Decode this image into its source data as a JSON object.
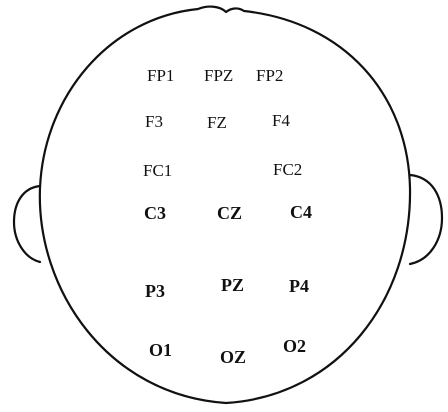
{
  "electrodes": {
    "fp1": "FP1",
    "fpz": "FPZ",
    "fp2": "FP2",
    "f3": "F3",
    "fz": "FZ",
    "f4": "F4",
    "fc1": "FC1",
    "fc2": "FC2",
    "c3": "C3",
    "cz": "CZ",
    "c4": "C4",
    "p3": "P3",
    "pz": "PZ",
    "p4": "P4",
    "o1": "O1",
    "oz": "OZ",
    "o2": "O2"
  }
}
